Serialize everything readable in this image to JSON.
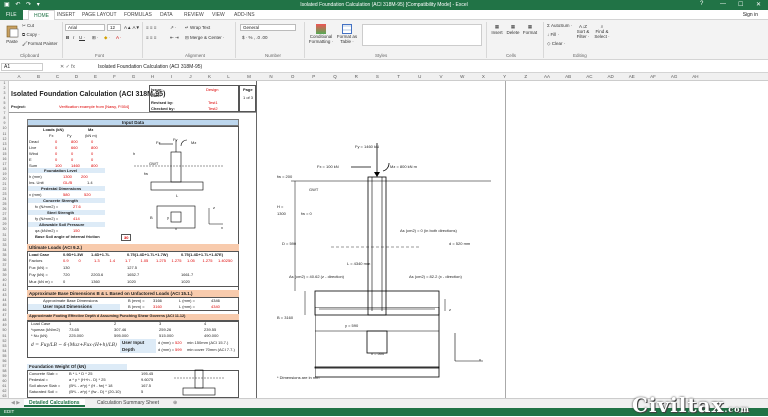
{
  "window": {
    "title": "Isolated Foundation Calculation (ACI 318M-95) [Compatibility Mode] - Excel",
    "sign_in": "Sign in",
    "controls": [
      "?",
      "—",
      "☐",
      "✕"
    ]
  },
  "tabs": [
    "FILE",
    "HOME",
    "INSERT",
    "PAGE LAYOUT",
    "FORMULAS",
    "DATA",
    "REVIEW",
    "VIEW",
    "ADD-INS"
  ],
  "ribbon": {
    "clipboard": {
      "paste": "Paste",
      "cut": "Cut",
      "copy": "Copy ·",
      "format_painter": "Format Painter",
      "group": "Clipboard"
    },
    "font": {
      "name": "Arial",
      "size": "12",
      "group": "Font",
      "bold": "B",
      "italic": "I",
      "underline": "U ·"
    },
    "alignment": {
      "wrap": "Wrap Text",
      "merge": "Merge & Center ·",
      "group": "Alignment"
    },
    "number": {
      "format": "General",
      "symbols": "$ · % ,  .0 .00",
      "group": "Number"
    },
    "styles": {
      "cond": "Conditional Formatting ·",
      "table": "Format as Table ·",
      "group": "Styles"
    },
    "cells": {
      "insert": "Insert",
      "delete": "Delete",
      "format": "Format",
      "group": "Cells"
    },
    "editing": {
      "autosum": "AutoSum ·",
      "fill": "Fill ·",
      "clear": "Clear ·",
      "sort": "Sort & Filter ·",
      "find": "Find & Select ·",
      "group": "Editing"
    }
  },
  "formula_bar": {
    "name_box": "A1",
    "fx": "✕ ✓ fx",
    "formula": "Isolated Foundation Calculation (ACI 318M-95)"
  },
  "columns": [
    "A",
    "B",
    "C",
    "D",
    "E",
    "F",
    "G",
    "H",
    "I",
    "J",
    "K",
    "L",
    "M",
    "N",
    "O",
    "P",
    "Q",
    "R",
    "S",
    "T",
    "U",
    "V",
    "W",
    "X",
    "Y",
    "Z",
    "AA",
    "AB",
    "AC",
    "AD",
    "AE",
    "AF",
    "AG",
    "AH"
  ],
  "rows": [
    "1",
    "2",
    "3",
    "4",
    "5",
    "6",
    "7",
    "8",
    "9",
    "10",
    "11",
    "12",
    "13",
    "14",
    "15",
    "16",
    "17",
    "18",
    "19",
    "20",
    "21",
    "22",
    "23",
    "24",
    "25",
    "26",
    "27",
    "28",
    "29",
    "30",
    "31",
    "32",
    "33",
    "34",
    "35",
    "36",
    "37",
    "38",
    "39",
    "40",
    "41",
    "42",
    "43",
    "44",
    "45",
    "46",
    "47",
    "48",
    "49",
    "50",
    "51",
    "52",
    "53",
    "54",
    "55",
    "56",
    "57",
    "58",
    "59",
    "60",
    "61",
    "62",
    "63"
  ],
  "sheet": {
    "title": "Isolated Foundation Calculation (ACI 318M-95)",
    "project_label": "Project:",
    "project_value": "Verification example from [Nawy, P.554]",
    "issue_label": "Issue:",
    "issue_value": "Design",
    "date_label": "Date:",
    "revised_label": "Revised by:",
    "revised_value": "Test1",
    "checked_label": "Checked by:",
    "checked_value": "Test2",
    "page_label": "Page",
    "page_value": "1 of 3",
    "input_header": "Input Data",
    "loads": {
      "title": "Loads (kN)",
      "mz_title": "Mz",
      "fx": "Fx",
      "fy": "Fy",
      "mz_unit": "(kN m)",
      "rows": [
        [
          "Dead",
          "0",
          "800",
          "0"
        ],
        [
          "Live",
          "0",
          "660",
          "800"
        ],
        [
          "Wind",
          "0",
          "0",
          "0"
        ],
        [
          "E",
          "0",
          "0",
          "0"
        ],
        [
          "Sum",
          "100",
          "1460",
          "800"
        ]
      ]
    },
    "foundation_level": "Foundation Level",
    "h_label": "h (mm)",
    "h1": "1300",
    "h2": "200",
    "mm": "(mm)",
    "ins_label": "Ins. Unit",
    "ins_value": "GL/B",
    "ins2": "1.4",
    "pedestal": "Pedestal Dimensions",
    "ped_label": "x (mm)",
    "ped1": "580",
    "ped2": "520",
    "concrete": "Concrete Strength",
    "fc_label": "fc (N/mm2) =",
    "fc": "27.6",
    "steel": "Steel Strength",
    "fy_label": "fy (N/mm2) =",
    "fy": "414",
    "soil": "Allowable Soil Pressure",
    "qa_label": "qa (kN/m2) =",
    "qa": "150",
    "friction_label": "Base Soil angle of internal friction",
    "friction": "30",
    "sketch": {
      "fy": "Fy",
      "fx": "Fx",
      "mz": "Mz",
      "h": "h",
      "gwt": "GWT",
      "fw": "fw",
      "l": "L",
      "b": "B",
      "x": "x",
      "y": "y",
      "z": "z"
    },
    "ult_header": "Ultimate Loads (ACI 9.2.)",
    "ult": {
      "cols": [
        "Load Case",
        "0.9D+1.3W",
        "1.4D+1.7L",
        "0.75(1.4D+1.7L+1.7W)",
        "0.75(1.4D+1.7L+1.87E)"
      ],
      "factors_label": "Factors",
      "factors": [
        "0.9",
        "0",
        "1.3",
        "1.4",
        "1.7",
        "1.05",
        "1.275",
        "1.275",
        "1.05",
        "1.275",
        "1.40250"
      ],
      "rows": [
        [
          "Fux (kN) =",
          "130",
          "",
          "127.5",
          ""
        ],
        [
          "Fuy (kN) =",
          "720",
          "2203.6",
          "1652.7",
          "1661.7"
        ],
        [
          "Muz (kN m) =",
          "0",
          "1360",
          "1020",
          "1020"
        ]
      ]
    },
    "approx_header": "Approximate Base Dimensions  B & L  Based on Unfactored Loads (ACI 15.1.)",
    "approx1": "Approximate Base Dimensions",
    "b_mm": "B (mm) =",
    "b_val": "3166",
    "l_mm": "L (mm) =",
    "l_val": "4346",
    "user_dims": "User Input Dimensions",
    "b_user": "3160",
    "l_user": "4340",
    "depth_header": "Approximate Footing Effective Depth d Assuming Punching Shear Governs (ACI 11.12)",
    "depth": {
      "cols": [
        "Load Case",
        "1",
        "2",
        "3",
        "4"
      ],
      "rows": [
        [
          "*qumax (kN/m2)",
          "73.65",
          "307.46",
          "259.26",
          "239.55"
        ],
        [
          "* Nu (kN)",
          "225.000",
          "595.000",
          "515.000",
          "490.000"
        ]
      ]
    },
    "formula_text": "d = Fuy/LB − 6·(Muz+Fux·(H+h)/LB)",
    "user_input": "User Input",
    "depth_label": "Depth",
    "d_mm": "d (mm) =",
    "d_val": "520",
    "d_min": "min 150mm (ACI 15.7.)",
    "d_cover": "d (mm) =",
    "d_cover_val": "599",
    "d_cover_text": "min cover 70mm (ACI 7.7.)",
    "weight_header": "Foundation Weight Of (kN)",
    "weight": [
      [
        "Concrete Slab =",
        "B * L * D * 25",
        "195.45"
      ],
      [
        "Pedestal =",
        "a * y * (H+h - D) * 25",
        "9.6075"
      ],
      [
        "Soil above Slab =",
        "(B*L - a*y) * (H - fw) * 18",
        "167.5"
      ],
      [
        "Saturated Soil =",
        "(B*L - a*y) * (fw - D) * (20-10)",
        "5"
      ]
    ],
    "drawing": {
      "fy": "Fy = 1460  kN",
      "fx": "Fx =  100  kN",
      "mz": "Mz =  800    kN m",
      "fw": "fw = 200",
      "gwt": "GWT",
      "h": "H =",
      "h_val": "1300",
      "fw0": "fw = 0",
      "as_top": "As (cm2) =    0     (in both directions)",
      "d_val": "D = 590",
      "d_depth": "d = 520   mm",
      "l_dim": "L =  4340  mm",
      "as_z": "As (cm2) =    40.62  (z - direction)",
      "as_x": "As (cm2) =    82.2  (x - direction)",
      "b_dim": "B =   3160",
      "y_dim": "y =  590",
      "x_dim": "x = 500",
      "z": "z",
      "x": "x",
      "note": "* Dimensions are in mm"
    }
  },
  "sheet_tabs": [
    "Detailed Calculations",
    "Calculation Summary Sheet"
  ],
  "status": {
    "ready": "EDIT",
    "zoom": "100%"
  },
  "watermark": "Civiltax",
  "watermark_suffix": ".com"
}
